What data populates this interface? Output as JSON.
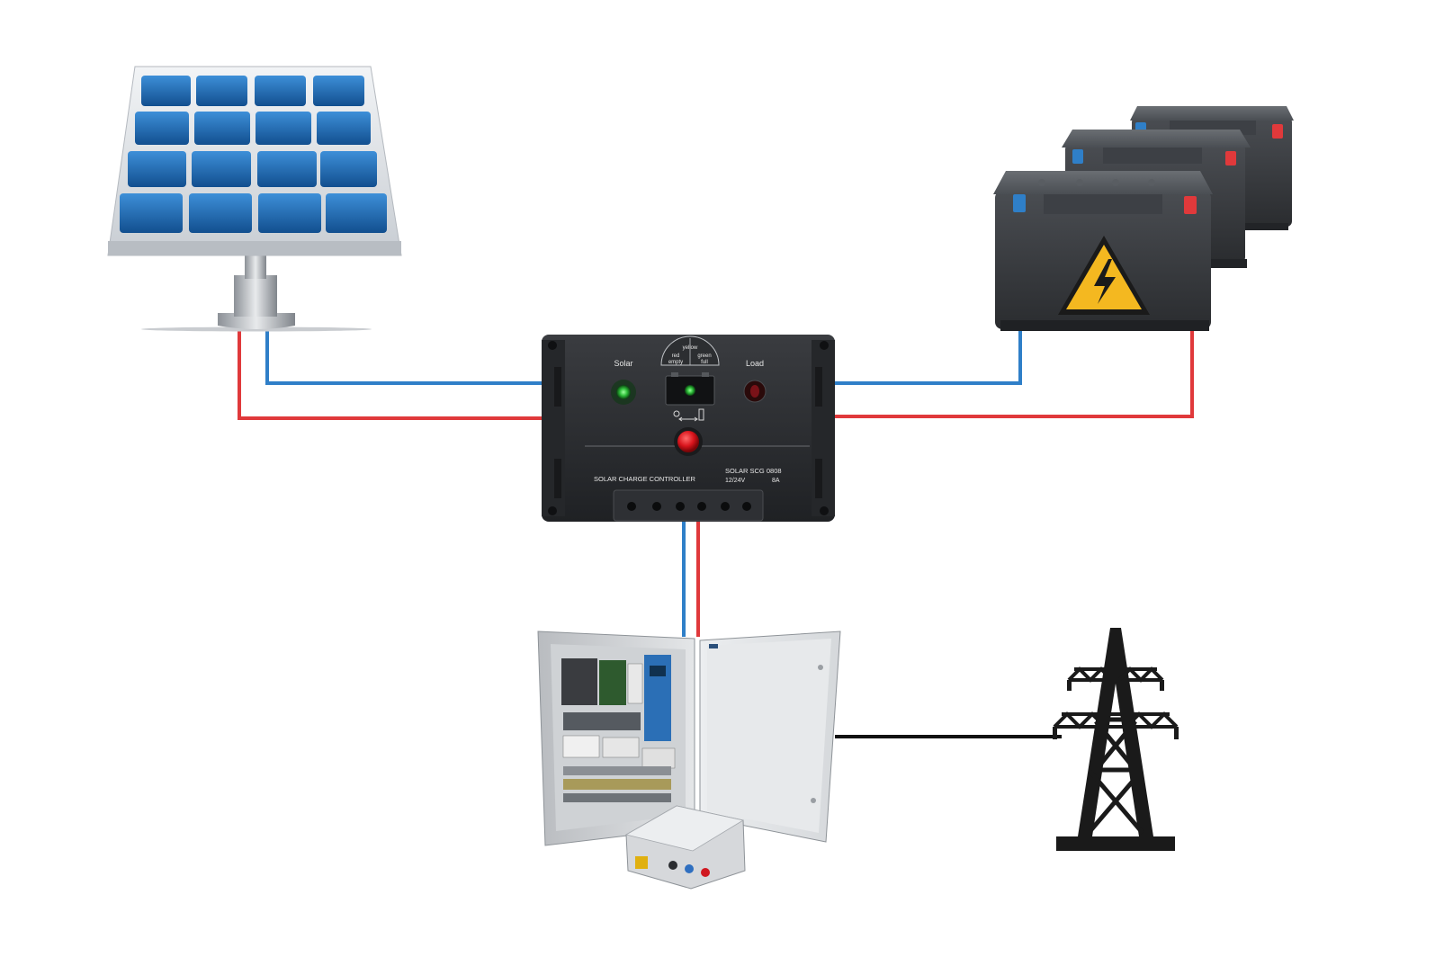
{
  "colors": {
    "positive_wire": "#e0393b",
    "negative_wire": "#2f7fc8",
    "ground_wire": "#111111",
    "panel_cell": "#1f5e9e",
    "panel_frame": "#d7dbe0",
    "controller_body": "#2b2d30",
    "battery_body": "#3b3e42",
    "tower": "#1a1a1a"
  },
  "controller": {
    "solar_label": "Solar",
    "load_label": "Load",
    "gauge_yellow": "yellow",
    "gauge_red": "red",
    "gauge_empty": "empty",
    "gauge_green": "green",
    "gauge_full": "full",
    "title": "SOLAR CHARGE CONTROLLER",
    "model": "SOLAR  SCG 0808",
    "voltage": "12/24V",
    "current": "8A"
  },
  "icons": {
    "solar_panel": "solar-panel-icon",
    "battery": "battery-icon",
    "warning": "high-voltage-warning-icon",
    "cabinet": "control-cabinet-icon",
    "tower": "power-tower-icon"
  }
}
